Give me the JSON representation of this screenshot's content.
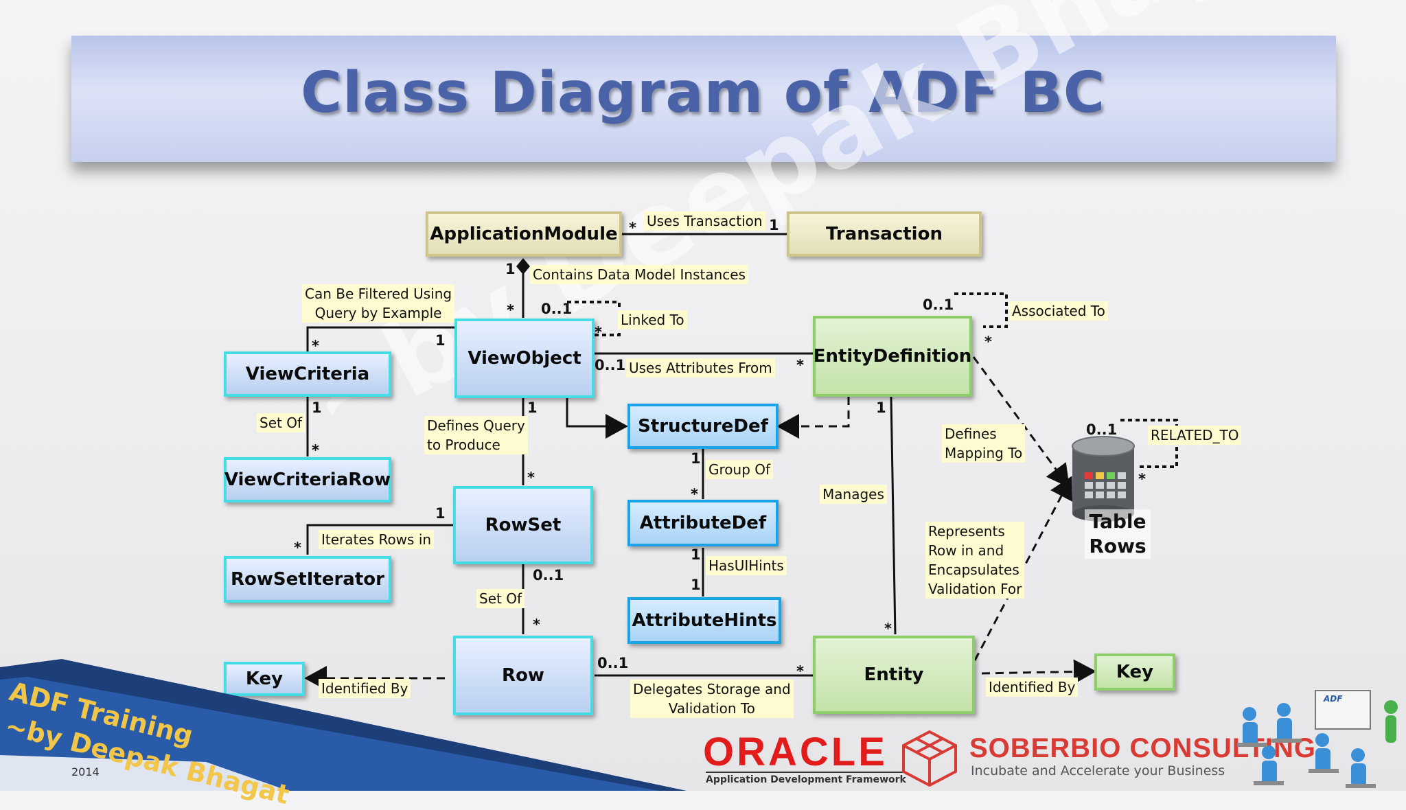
{
  "title": "Class Diagram of ADF BC",
  "classes": {
    "application_module": "ApplicationModule",
    "transaction": "Transaction",
    "view_object": "ViewObject",
    "entity_definition": "EntityDefinition",
    "view_criteria": "ViewCriteria",
    "view_criteria_row": "ViewCriteriaRow",
    "structure_def": "StructureDef",
    "attribute_def": "AttributeDef",
    "attribute_hints": "AttributeHints",
    "row_set": "RowSet",
    "row_set_iterator": "RowSetIterator",
    "row": "Row",
    "entity": "Entity",
    "key_left": "Key",
    "key_right": "Key",
    "table_rows_line1": "Table",
    "table_rows_line2": "Rows"
  },
  "relations": {
    "uses_transaction": "Uses Transaction",
    "contains_data_model": "Contains Data Model Instances",
    "can_be_filtered_1": "Can Be Filtered Using",
    "can_be_filtered_2": "Query by Example",
    "linked_to": "Linked To",
    "associated_to": "Associated To",
    "uses_attributes_from": "Uses Attributes From",
    "set_of_criteria": "Set Of",
    "defines_query_1": "Defines Query",
    "defines_query_2": "to Produce",
    "group_of": "Group Of",
    "defines_mapping_1": "Defines",
    "defines_mapping_2": "Mapping To",
    "related_to": "RELATED_TO",
    "manages": "Manages",
    "iterates_rows_in": "Iterates Rows in",
    "has_ui_hints": "HasUIHints",
    "represents_1": "Represents",
    "represents_2": "Row in and",
    "represents_3": "Encapsulates",
    "represents_4": "Validation For",
    "set_of_rows": "Set Of",
    "identified_by_left": "Identified By",
    "identified_by_right": "Identified By",
    "delegates_1": "Delegates Storage and",
    "delegates_2": "Validation To"
  },
  "multiplicities": {
    "m_star": "*",
    "m_one": "1",
    "m_zero_one": "0..1"
  },
  "footer": {
    "training_line1": "ADF Training",
    "training_line2": "~by Deepak Bhagat",
    "year": "2014",
    "oracle": "ORACLE",
    "oracle_sub": "Application Development Framework",
    "soberbio": "SOBERBIO CONSULTING",
    "soberbio_sub": "Incubate and Accelerate your Business",
    "adf_badge": "ADF"
  },
  "watermark": "~by Deepak Bhagat",
  "colors": {
    "title": "#4a62a8",
    "banner": "#c6cfee",
    "tan_box": "#e3dfb8",
    "blue_border": "#44dde6",
    "green_box": "#c3e3a8",
    "label_bg": "#fffbd1",
    "oracle_red": "#e21b1b"
  }
}
